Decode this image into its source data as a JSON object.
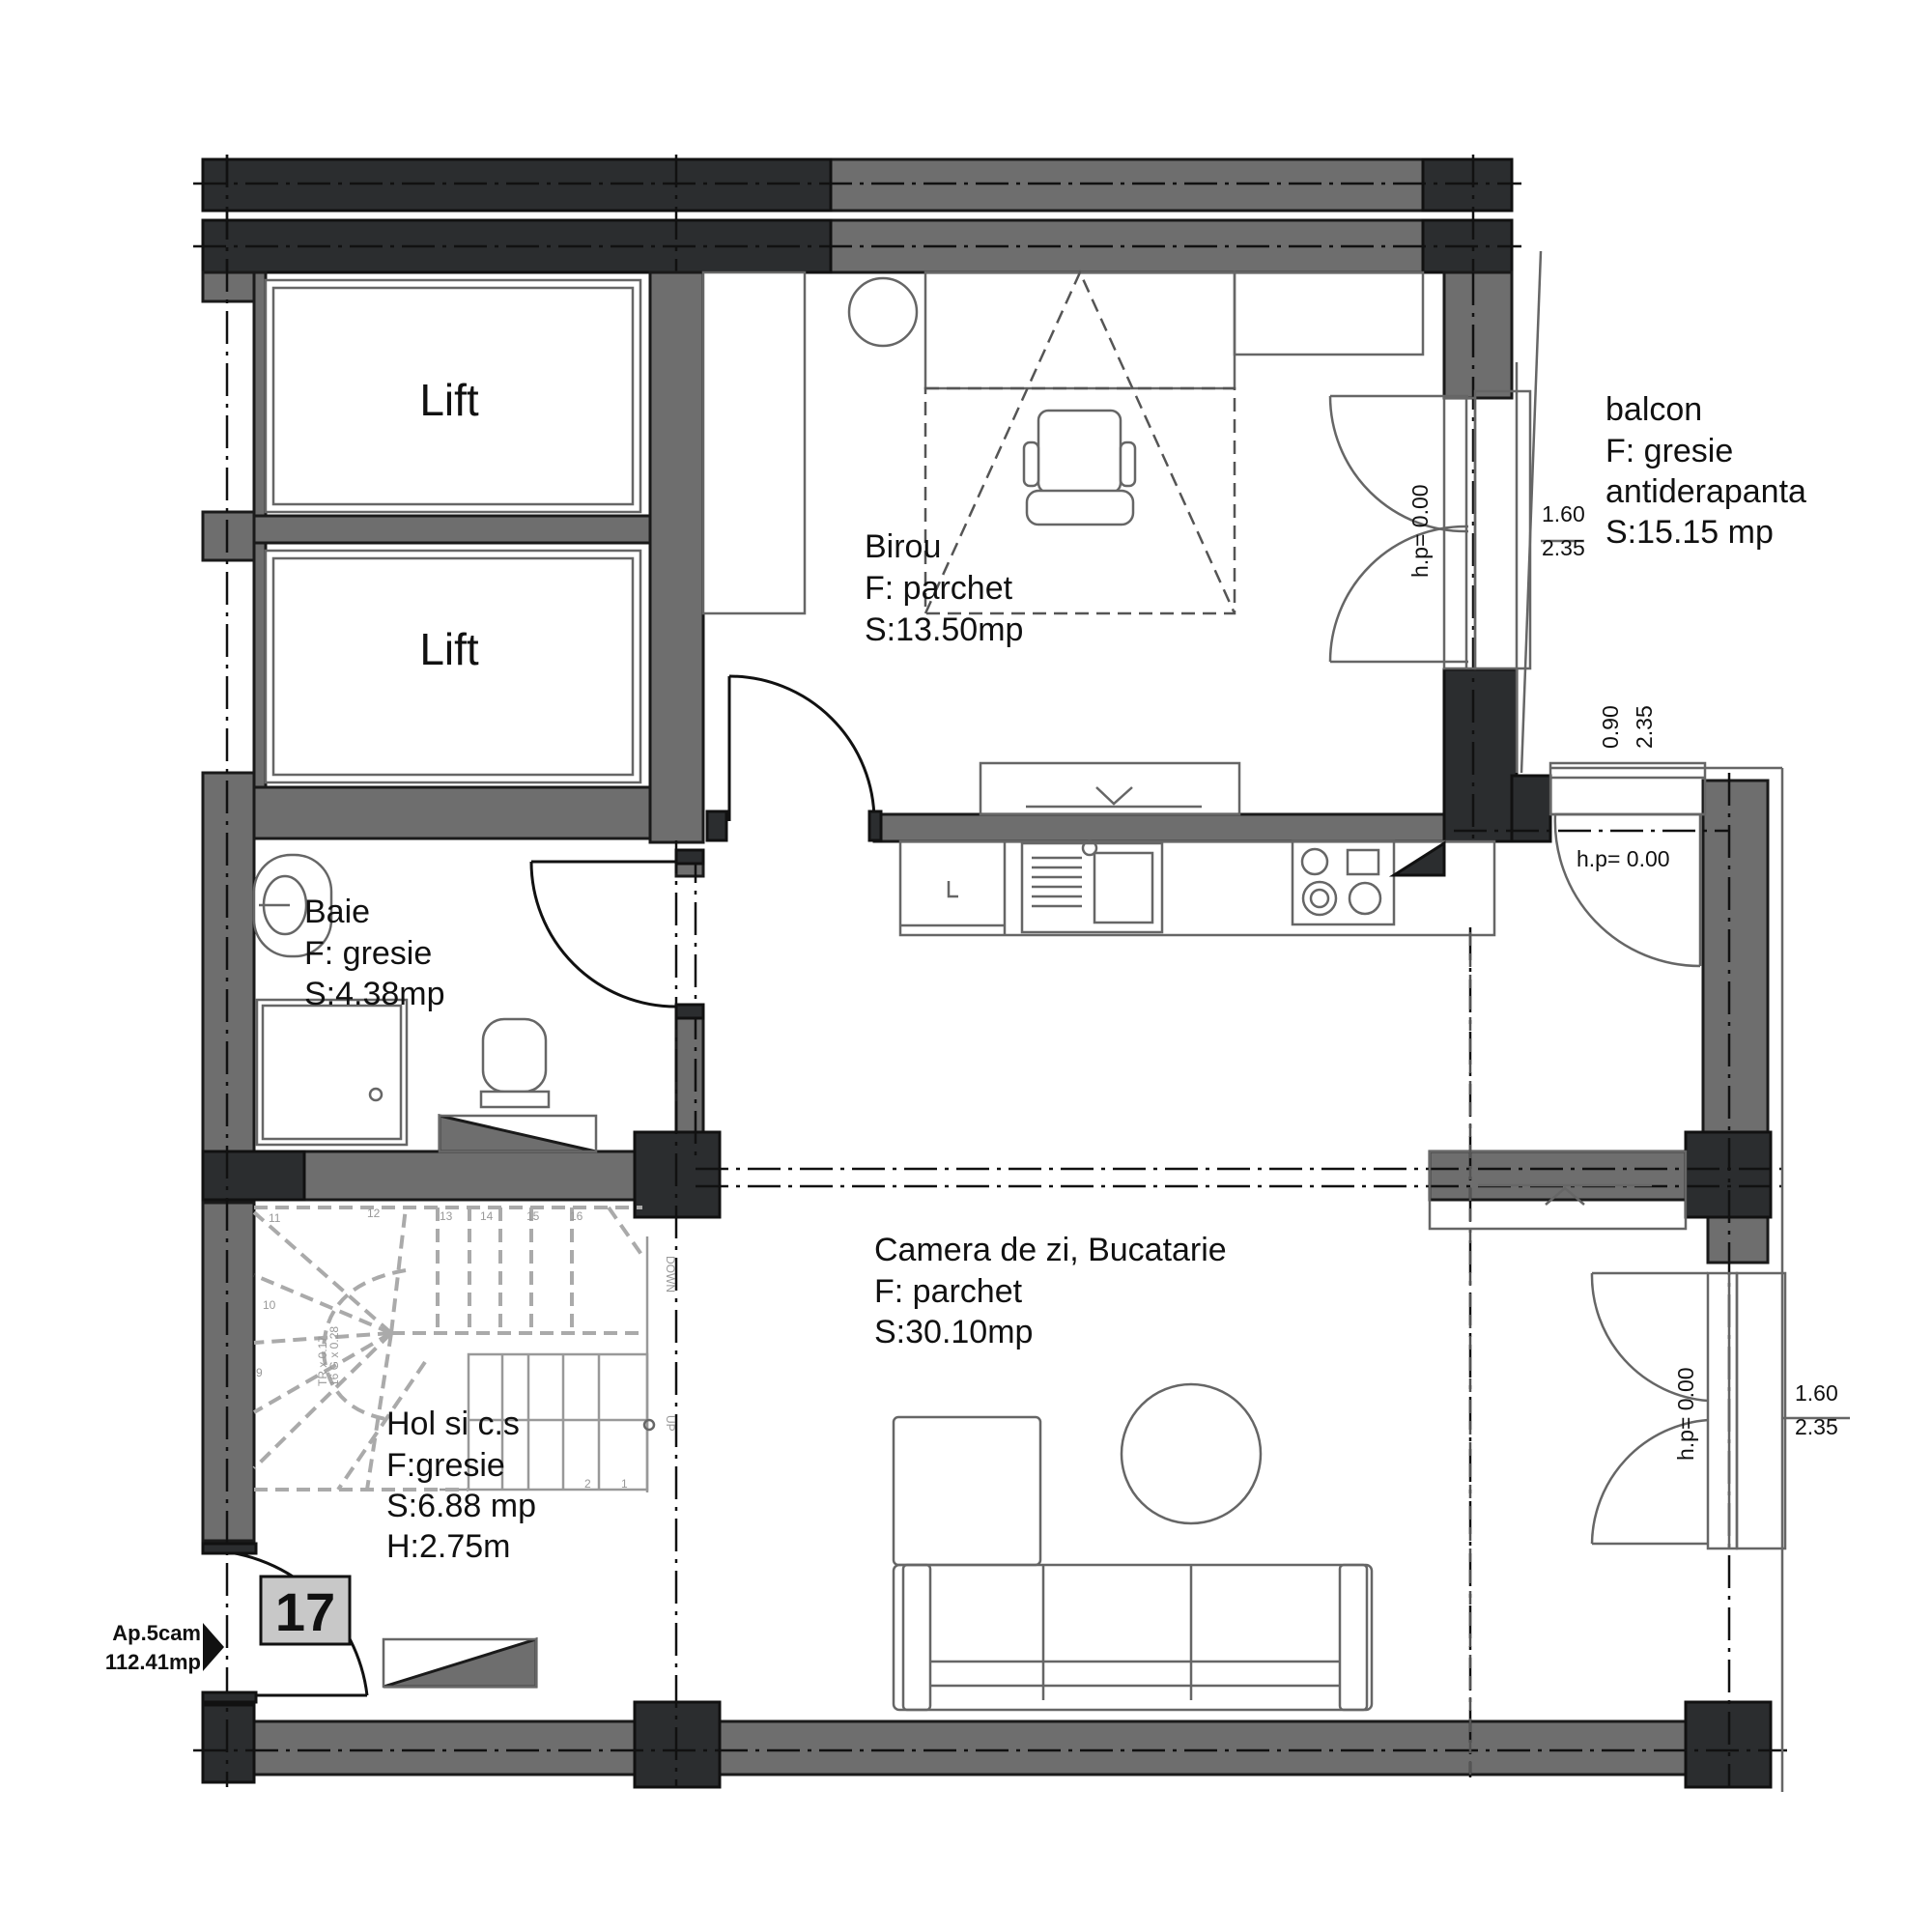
{
  "lift_label": "Lift",
  "rooms": {
    "birou": {
      "name": "Birou",
      "floor": "F: parchet",
      "area": "S:13.50mp"
    },
    "baie": {
      "name": "Baie",
      "floor": "F: gresie",
      "area": "S:4.38mp"
    },
    "balcon": {
      "name": "balcon",
      "floor": "F: gresie",
      "floor2": "antiderapanta",
      "area": "S:15.15 mp"
    },
    "camera": {
      "name": "Camera de zi, Bucatarie",
      "floor": "F: parchet",
      "area": "S:30.10mp"
    },
    "hol": {
      "name": "Hol si c.s",
      "floor": "F:gresie",
      "area": "S:6.88 mp",
      "height": "H:2.75m"
    }
  },
  "windows": {
    "w1": {
      "sill": "h.p= 0.00",
      "width": "1.60",
      "height": "2.35"
    },
    "w2": {
      "width": "0.90",
      "height": "2.35",
      "sill": "h.p= 0.00"
    },
    "w3": {
      "sill": "h.p= 0.00",
      "width": "1.60",
      "height": "2.35"
    }
  },
  "stair": {
    "down": "DOWN",
    "up": "UP",
    "spec1": "TR x 0.17",
    "spec2": "16 G x 0.28",
    "steps_top": [
      "12",
      "13",
      "14",
      "15",
      "16"
    ],
    "steps_side": [
      "11",
      "10",
      "9"
    ],
    "steps_bottom": [
      "2",
      "1"
    ]
  },
  "apartment": {
    "number": "17",
    "type": "Ap.5cam",
    "area": "112.41mp"
  }
}
